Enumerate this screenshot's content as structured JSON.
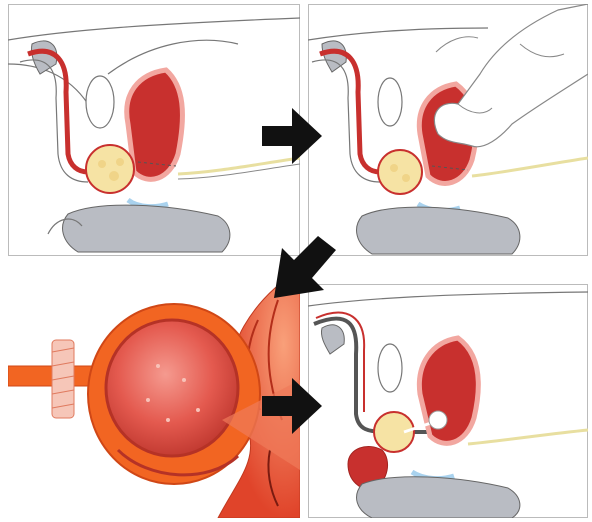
{
  "figure": {
    "panels": [
      {
        "id": "panel-1",
        "content": "prostate-enlarged-section"
      },
      {
        "id": "panel-2",
        "content": "finger-palpation-section"
      },
      {
        "id": "panel-3",
        "content": "bladder-close-up"
      },
      {
        "id": "panel-4",
        "content": "catheter-in-bladder-section"
      }
    ],
    "arrows": [
      {
        "direction": "right",
        "from": "panel-1",
        "to": "panel-2"
      },
      {
        "direction": "down-left",
        "from": "panel-2",
        "to": "panel-3"
      },
      {
        "direction": "right",
        "from": "panel-3",
        "to": "panel-4"
      }
    ]
  },
  "colors": {
    "outline": "#555555",
    "tissue_red": "#c8302e",
    "tissue_pink": "#f2a7a0",
    "prostate_yellow": "#f6e3a4",
    "bladder_blue": "#a9d2ee",
    "bone_grey": "#b9bcc3",
    "urethra_tube": "#e8dfa0",
    "bladder_orange": "#f26522",
    "arrow_black": "#111111"
  }
}
